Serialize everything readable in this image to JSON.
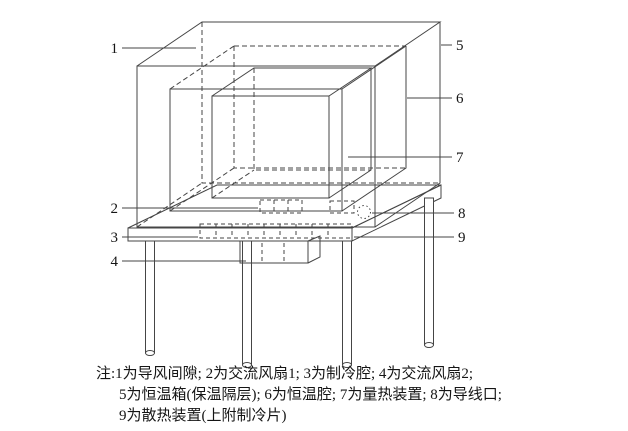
{
  "figure": {
    "labels": {
      "n1": "1",
      "n2": "2",
      "n3": "3",
      "n4": "4",
      "n5": "5",
      "n6": "6",
      "n7": "7",
      "n8": "8",
      "n9": "9"
    },
    "caption": [
      "注:1为导风间隙; 2为交流风扇1; 3为制冷腔; 4为交流风扇2;",
      "5为恒温箱(保温隔层); 6为恒温腔; 7为量热装置; 8为导线口;",
      "9为散热装置(上附制冷片)"
    ]
  }
}
